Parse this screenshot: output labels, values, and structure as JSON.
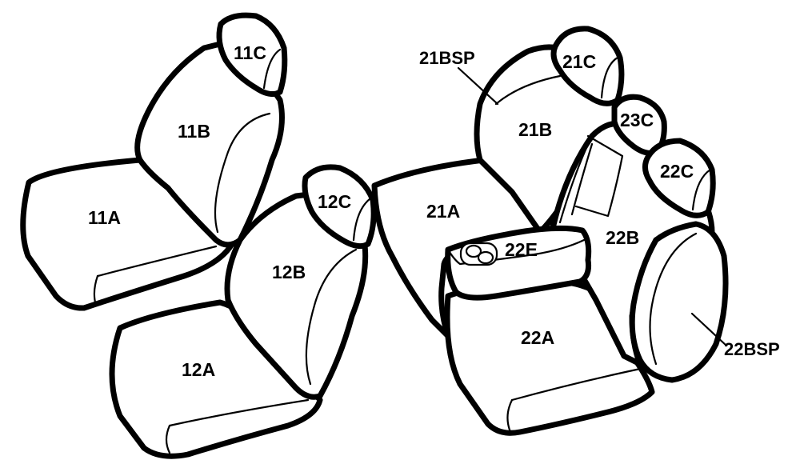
{
  "front_driver_seat": {
    "cushion": "11A",
    "backrest": "11B",
    "headrest": "11C"
  },
  "front_passenger_seat": {
    "cushion": "12A",
    "backrest": "12B",
    "headrest": "12C"
  },
  "rear_bench": {
    "left_cushion": "21A",
    "left_backrest": "21B",
    "left_headrest": "21C",
    "left_side_panel": "21BSP",
    "right_cushion": "22A",
    "right_backrest": "22B",
    "right_headrest": "22C",
    "right_side_panel": "22BSP",
    "center_headrest": "23C",
    "armrest": "22E"
  }
}
